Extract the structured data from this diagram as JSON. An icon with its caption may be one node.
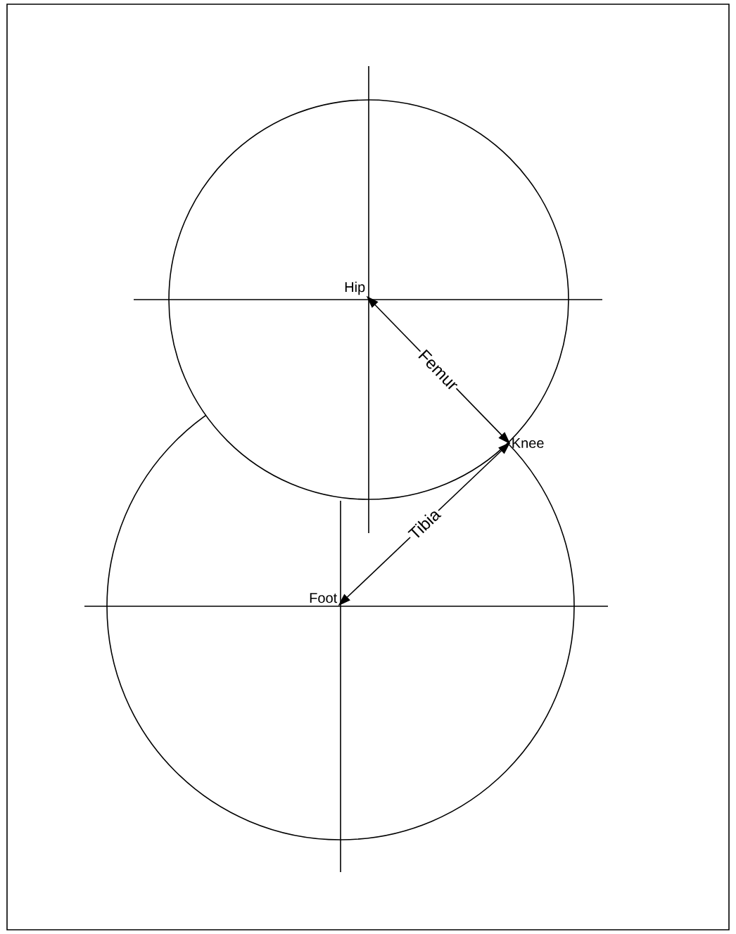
{
  "diagram": {
    "nodes": [
      {
        "text": [
          "Hip"
        ]
      },
      {
        "text": [
          "Knee"
        ]
      },
      {
        "text": [
          "Foot"
        ]
      }
    ],
    "edges": [
      {
        "from": 0,
        "to": 1,
        "arrow": "both",
        "label": "Femur"
      },
      {
        "from": 2,
        "to": 1,
        "arrow": "both",
        "label": "Tibia"
      }
    ]
  }
}
